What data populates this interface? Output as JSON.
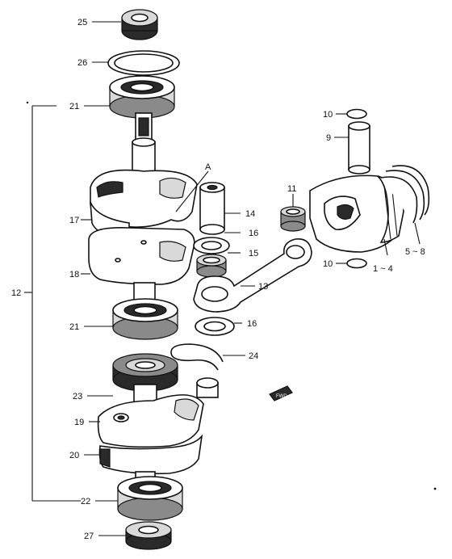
{
  "labels": {
    "p25": "25",
    "p26": "26",
    "p21a": "21",
    "p10a": "10",
    "p9": "9",
    "p11": "11",
    "p17": "17",
    "p14": "14",
    "p16a": "16",
    "p15": "15",
    "p18": "18",
    "p12": "12",
    "p13": "13",
    "p10b": "10",
    "p1_4": "1 ~ 4",
    "p5_8": "5 ~ 8",
    "p21b": "21",
    "p16b": "16",
    "p24": "24",
    "p23": "23",
    "p19": "19",
    "p20": "20",
    "p22": "22",
    "p27": "27",
    "ref_a": "A",
    "fwd_marker": "FWD"
  }
}
